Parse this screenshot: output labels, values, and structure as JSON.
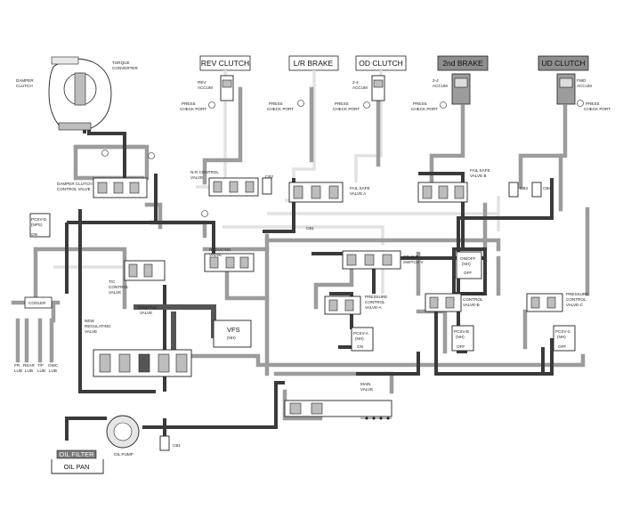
{
  "headers": {
    "rev_clutch": "REV CLUTCH",
    "lr_brake": "L/R BRAKE",
    "od_clutch": "OD CLUTCH",
    "second_brake": "2nd BRAKE",
    "ud_clutch": "UD CLUTCH"
  },
  "labels": {
    "torque_converter": [
      "TORQUE",
      "CONVERTER"
    ],
    "damper_clutch": [
      "DAMPER",
      "CLUTCH"
    ],
    "damper_clutch_control_valve": [
      "DAMPER CLUTCH",
      "CONTROL VALVE"
    ],
    "pcsv_d": [
      "PCSV-D",
      "(NPS)",
      "ON"
    ],
    "rev_accum": [
      "REV",
      "ACCUM"
    ],
    "od_accum": [
      "2-4",
      "ACCUM"
    ],
    "second_accum": [
      "2-4",
      "ACCUM"
    ],
    "fwd_accum": [
      "FWD",
      "ACCUM"
    ],
    "press_check_port": [
      "PRESS",
      "CHECK PORT"
    ],
    "nr_control_valve": [
      "N-R CONTROL",
      "VALVE"
    ],
    "fail_safe_a": [
      "FAIL SAFE",
      "VALVE A"
    ],
    "fail_safe_b": [
      "FAIL SAFE",
      "VALVE B"
    ],
    "cb2": "CB2",
    "cb3": "CB3",
    "cb4": "CB4",
    "cb5": "CB5",
    "cb1": "CB1",
    "reducing_valve": [
      "REDUCING",
      "VALVE"
    ],
    "tc_control_valve": [
      "T/C",
      "CONTROL",
      "VALVE"
    ],
    "od_lr_switch": [
      "OD &LR",
      "SWITCH V"
    ],
    "on_off": [
      "ON/OFF",
      "(NH)",
      "OFF"
    ],
    "pressure_a": [
      "PRESSURE",
      "CONTROL",
      "VALVE-A"
    ],
    "pressure_b": [
      "PRESSURE",
      "CONTROL",
      "VALVE-B"
    ],
    "pressure_c": [
      "PRESSURE",
      "CONTROL",
      "VALVE-C"
    ],
    "pcsv_a": [
      "PCSV-A",
      "(NH)",
      "ON"
    ],
    "pcsv_b": [
      "PCSV-B",
      "(NH)",
      "OFF"
    ],
    "pcsv_c": [
      "PCSV-C",
      "(NH)",
      "OFF"
    ],
    "cooler": "COOLER",
    "lube": [
      "FR",
      "REAR",
      "T/F",
      "OWC",
      "LUB",
      "LUB",
      "LUB",
      "LUB"
    ],
    "new_regulating_valve": [
      "NEW",
      "REGULATING",
      "VALVE"
    ],
    "damping_valve": [
      "DAMPING",
      "VALVE"
    ],
    "vfs": [
      "VFS",
      "(NH)"
    ],
    "main_valve": [
      "MAIN",
      "VALVE"
    ],
    "oil_pump": "OIL PUMP",
    "oil_filter": "OIL FILTER",
    "oil_pan": "OIL PAN"
  }
}
